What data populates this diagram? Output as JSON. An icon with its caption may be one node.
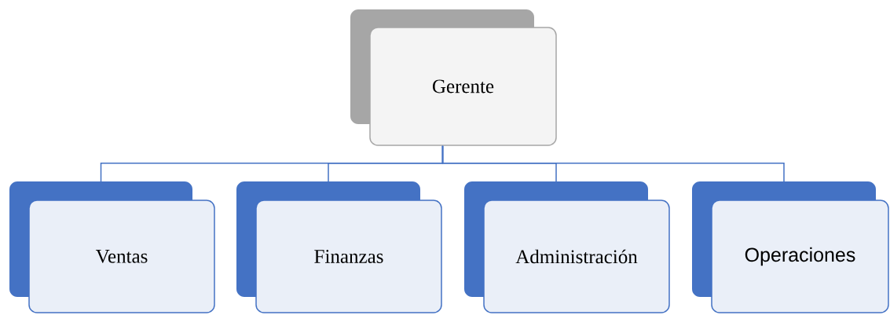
{
  "diagram": {
    "nodes": [
      {
        "text": [
          "Gerente"
        ]
      },
      {
        "text": [
          "Ventas"
        ]
      },
      {
        "text": [
          "Finanzas"
        ]
      },
      {
        "text": [
          "Administración"
        ]
      },
      {
        "text": [
          "Operaciones"
        ]
      }
    ],
    "edges": [
      {
        "from": 0,
        "to": 1,
        "arrow": "none"
      },
      {
        "from": 0,
        "to": 2,
        "arrow": "none"
      },
      {
        "from": 0,
        "to": 3,
        "arrow": "none"
      },
      {
        "from": 0,
        "to": 4,
        "arrow": "none"
      }
    ]
  }
}
